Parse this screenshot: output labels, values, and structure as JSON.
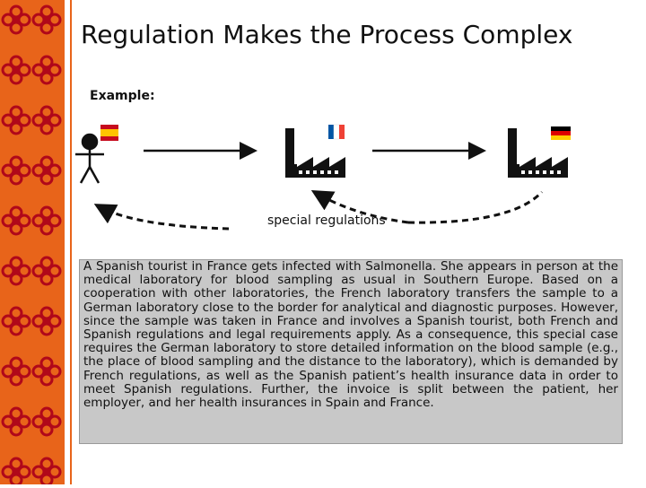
{
  "title": "Regulation Makes the Process Complex",
  "example_label": "Example:",
  "diagram": {
    "caption": "special regulations",
    "nodes": [
      {
        "role": "patient",
        "icon": "person-icon",
        "flag": "spain-flag-icon",
        "flag_colors": [
          "#c60b1e",
          "#ffc400",
          "#c60b1e"
        ]
      },
      {
        "role": "french-laboratory",
        "icon": "factory-icon",
        "flag": "france-flag-icon",
        "flag_colors": [
          "#0055a4",
          "#ffffff",
          "#ef4135"
        ]
      },
      {
        "role": "german-laboratory",
        "icon": "factory-icon",
        "flag": "germany-flag-icon",
        "flag_colors": [
          "#000000",
          "#dd0000",
          "#ffce00"
        ]
      }
    ]
  },
  "description": "A Spanish tourist in France gets infected with Salmonella. She appears in person at the medical laboratory for blood sampling as usual in Southern Europe. Based on a cooperation with other laboratories, the French laboratory transfers the sample to a German laboratory close to the border for analytical and diagnostic purposes. However, since the sample was taken in France and involves a Spanish tourist, both French and Spanish regulations and legal requirements apply. As a consequence, this special case requires the German laboratory to store detailed information on the blood sample (e.g., the place of blood sampling and the distance to the laboratory), which is demanded by French regulations, as well as the Spanish patient’s health insurance data in order to meet Spanish regulations. Further, the invoice is split between the patient, her employer, and her health insurances in Spain and France.",
  "colors": {
    "sidebar": "#e8641a",
    "ornament": "#b0081a",
    "text_box": "#c8c8c8"
  }
}
